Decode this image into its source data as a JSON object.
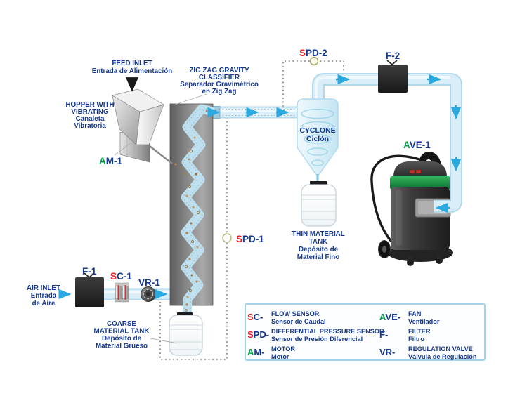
{
  "colors": {
    "label_blue": "#15388e",
    "tag_red": "#e8232a",
    "tag_green": "#00a14b",
    "arrow_blue": "#2aa9e0",
    "pipe_fill": "#daeef9",
    "pipe_edge": "#b3d9ea",
    "column_gray": "#8a8a8a",
    "filter_black": "#262626",
    "fan_green_band": "#1e8c45",
    "legend_border": "#a6d2e8"
  },
  "labels": {
    "feed_inlet": {
      "en": "FEED INLET",
      "es": "Entrada de Alimentación"
    },
    "classifier": {
      "en1": "ZIG ZAG GRAVITY",
      "en2": "CLASSIFIER",
      "es1": "Separador Gravimétrico",
      "es2": "en Zig Zag"
    },
    "hopper": {
      "en1": "HOPPER WITH",
      "en2": "VIBRATING",
      "es1": "Canaleta",
      "es2": "Vibratoria"
    },
    "cyclone": {
      "en": "CYCLONE",
      "es": "Ciclón"
    },
    "thin_tank": {
      "en1": "THIN MATERIAL",
      "en2": "TANK",
      "es1": "Depósito de",
      "es2": "Material Fino"
    },
    "coarse_tank": {
      "en1": "COARSE",
      "en2": "MATERIAL TANK",
      "es1": "Depósito de",
      "es2": "Material Grueso"
    },
    "air_inlet": {
      "en": "AIR INLET",
      "es1": "Entrada",
      "es2": "de Aire"
    }
  },
  "tags": {
    "am1": {
      "head": "A",
      "tail": "M-1"
    },
    "ave1": {
      "head": "A",
      "tail": "VE-1"
    },
    "sc1": {
      "head": "S",
      "tail": "C-1"
    },
    "spd1": {
      "head": "S",
      "tail": "PD-1"
    },
    "spd2": {
      "head": "S",
      "tail": "PD-2"
    },
    "f1": "F-1",
    "f2": "F-2",
    "vr1": "VR-1"
  },
  "legend": {
    "items": [
      {
        "head": "S",
        "tail": "C-",
        "en": "FLOW SENSOR",
        "es": "Sensor de Caudal"
      },
      {
        "head": "S",
        "tail": "PD-",
        "en": "DIFFERENTIAL PRESSURE SENSOR",
        "es": "Sensor de Presión Diferencial"
      },
      {
        "head": "A",
        "tail": "M-",
        "en": "MOTOR",
        "es": "Motor"
      },
      {
        "head": "A",
        "tail": "VE-",
        "en": "FAN",
        "es": "Ventilador"
      },
      {
        "head": "",
        "tail": "F-",
        "en": "FILTER",
        "es": "Filtro"
      },
      {
        "head": "",
        "tail": "VR-",
        "en": "REGULATION VALVE",
        "es": "Válvula de Regulación"
      }
    ]
  }
}
